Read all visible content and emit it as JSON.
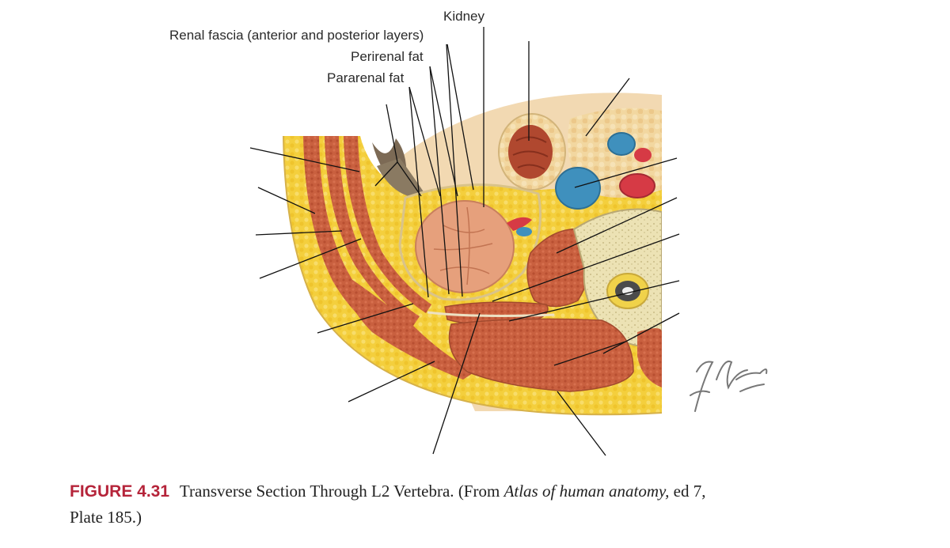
{
  "labels": {
    "kidney": "Kidney",
    "renal_fascia": "Renal fascia (anterior and posterior layers)",
    "perirenal_fat": "Perirenal fat",
    "pararenal_fat": "Pararenal fat"
  },
  "signature": "F. Netter M.D.",
  "caption": {
    "figure_number": "FIGURE 4.31",
    "text": "Transverse Section Through L2 Vertebra.",
    "source_prefix": "(From",
    "source_title": "Atlas of human anatomy,",
    "source_suffix": "ed 7,",
    "plate": "Plate 185.)"
  },
  "colors": {
    "fat": "#f4cf3d",
    "muscle": "#c9603f",
    "kidney": "#e6a07c",
    "vein": "#3f90bd",
    "artery": "#d63a45",
    "bone": "#ece2b4",
    "caption_accent": "#b5243a"
  }
}
